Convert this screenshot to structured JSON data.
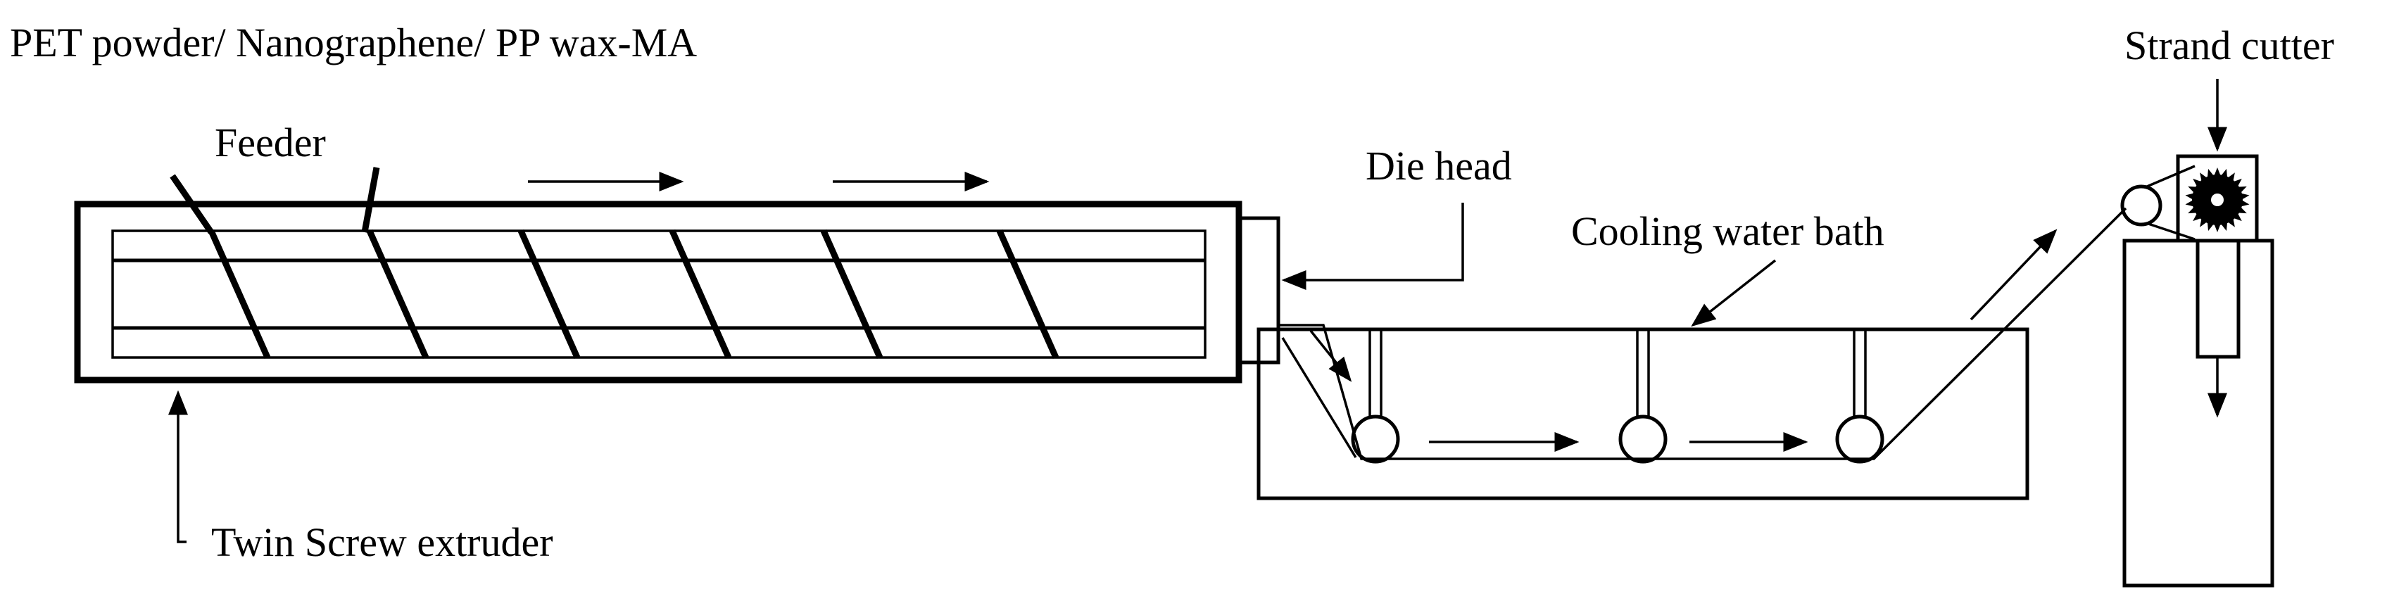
{
  "labels": {
    "material": "PET powder/ Nanographene/ PP wax-MA",
    "feeder": "Feeder",
    "die_head": "Die head",
    "cooling_bath": "Cooling water bath",
    "strand_cutter": "Strand cutter",
    "extruder": "Twin Screw extruder"
  },
  "colors": {
    "ink": "#000000",
    "background": "#ffffff"
  },
  "icons": {
    "cutter": "saw-blade-icon",
    "roller": "roller-icon"
  }
}
